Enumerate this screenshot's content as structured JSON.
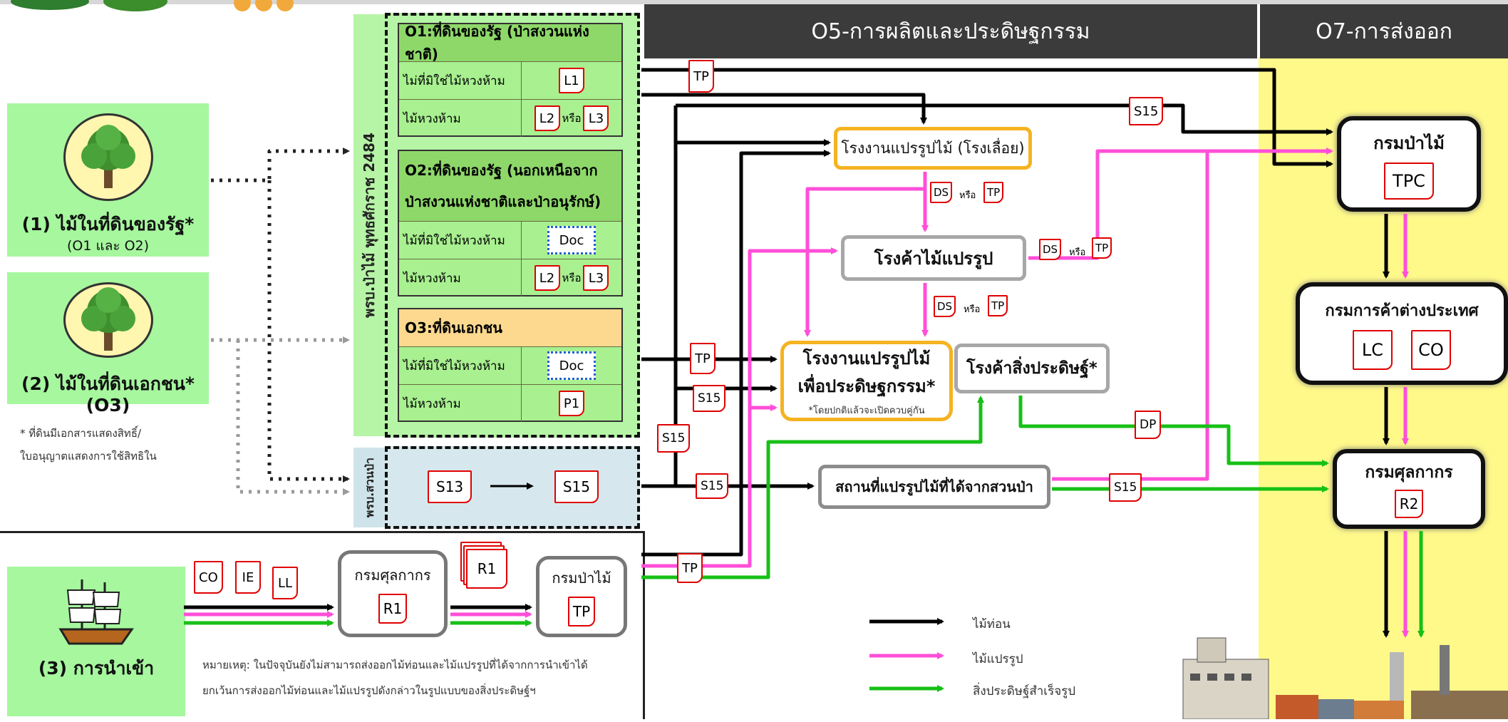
{
  "headers": {
    "o5": "O5-การผลิตและประดิษฐกรรม",
    "o7": "O7-การส่งออก"
  },
  "sources": {
    "s1_label": "(1) ไม้ในที่ดินของรัฐ*",
    "s1_sub": "(O1 และ O2)",
    "s2_label": "(2) ไม้ในที่ดินเอกชน* (O3)",
    "s3_label": "(3) การนำเข้า",
    "footnote_1": "* ที่ดินมีเอกสารแสดงสิทธิ์/",
    "footnote_2": "ใบอนุญาตแสดงการใช้สิทธิใน"
  },
  "laws": {
    "forest_act": "พรบ.ป่าไม้ พุทธศักราช 2484",
    "plantation_act": "พรบ.สวนป่า"
  },
  "tables": {
    "o1": {
      "title": "O1:ที่ดินของรัฐ (ป่าสงวนแห่งชาติ)",
      "row1": "ไม่ที่มิใช่ไม้หวงห้าม",
      "row2": "ไม้หวงห้าม",
      "doc_l1": "L1",
      "doc_l2": "L2",
      "doc_l3": "L3",
      "or": "หรือ"
    },
    "o2": {
      "title_1": "O2:ที่ดินของรัฐ (นอกเหนือจาก",
      "title_2": "ป่าสงวนแห่งชาติและป่าอนุรักษ์)",
      "row1": "ไม้ที่มิใช่ไม้หวงห้าม",
      "row2": "ไม้หวงห้าม",
      "doc": "Doc",
      "doc_l2": "L2",
      "doc_l3": "L3",
      "or": "หรือ"
    },
    "o3": {
      "title": "O3:ที่ดินเอกชน",
      "row1": "ไม้ที่มิใช่ไม้หวงห้าม",
      "row2": "ไม้หวงห้าม",
      "doc": "Doc",
      "doc_p1": "P1"
    },
    "plantation": {
      "s13": "S13",
      "s15": "S15"
    }
  },
  "nodes": {
    "sawmill": "โรงงานแปรรูปไม้ (โรงเลื่อย)",
    "processed_store": "โรงค้าไม้แปรรูป",
    "factory_1": "โรงงานแปรรูปไม้",
    "factory_2": "เพื่อประดิษฐกรรม*",
    "factory_note": "*โดยปกติแล้วจะเปิดควบคู่กัน",
    "product_store": "โรงค้าสิ่งประดิษฐ์*",
    "plantation_site": "สถานที่แปรรูปไม้ที่ได้จากสวนป่า",
    "forest_dept_o7": "กรมป่าไม้",
    "foreign_trade": "กรมการค้าต่างประเทศ",
    "customs_o7": "กรมศุลกากร",
    "customs_import": "กรมศุลกากร",
    "forest_dept_import": "กรมป่าไม้"
  },
  "docs": {
    "tp": "TP",
    "s15": "S15",
    "ds": "DS",
    "or": "หรือ",
    "dp": "DP",
    "tpc": "TPC",
    "lc": "LC",
    "co": "CO",
    "r2": "R2",
    "ie": "IE",
    "ll": "LL",
    "r1": "R1"
  },
  "legend": {
    "log": "ไม้ท่อน",
    "processed": "ไม้แปรรูป",
    "product": "สิ่งประดิษฐ์สำเร็จรูป"
  },
  "note": {
    "line1": "หมายเหตุ: ในปัจจุบันยังไม่สามารถส่งออกไม้ท่อนและไม้แปรรูปที่ได้จากการนำเข้าได้",
    "line2": "ยกเว้นการส่งออกไม้ท่อนและไม้แปรรูปดังกล่าวในรูปแบบของสิ่งประดิษฐ์ฯ"
  },
  "colors": {
    "log": "#000000",
    "processed": "#ff4fd8",
    "product": "#17c017",
    "export_band": "#fff98a",
    "header": "#3b3b3b",
    "doc_border": "#e00000"
  }
}
